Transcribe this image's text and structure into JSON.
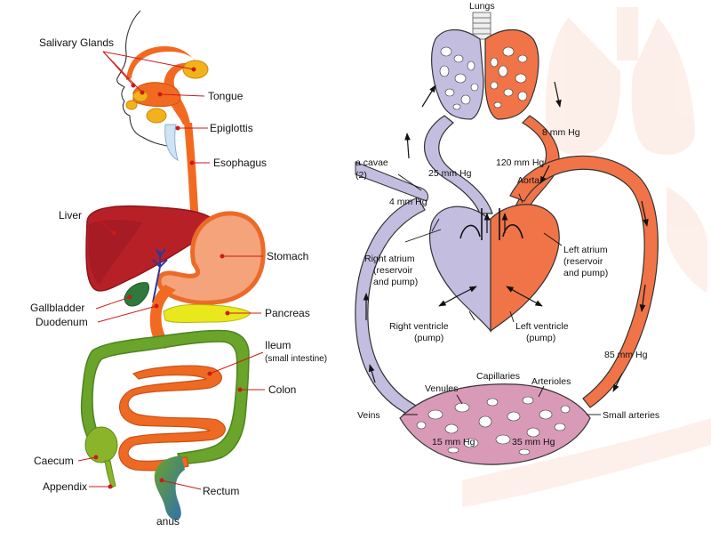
{
  "colors": {
    "esophagus": "#f26a21",
    "stomach": "#f4a37a",
    "liver": "#b82028",
    "intestine_small": "#ee6a22",
    "colon": "#6aa42a",
    "pancreas": "#e8e81c",
    "rectum": "#2f7fa0",
    "gland": "#f2b21c",
    "gallbladder": "#2f7a3a",
    "pointer": "#cc1a1a",
    "venous": "#c3bde0",
    "arterial": "#f07448",
    "faded_bg": "#fbe3d8"
  },
  "digestive": {
    "labels": {
      "salivary_glands": "Salivary Glands",
      "tongue": "Tongue",
      "epiglottis": "Epiglottis",
      "esophagus": "Esophagus",
      "liver": "Liver",
      "stomach": "Stomach",
      "gallbladder": "Gallbladder",
      "duodenum": "Duodenum",
      "pancreas": "Pancreas",
      "ileum": "Ileum",
      "ileum_sub": "(small intestine)",
      "colon": "Colon",
      "caecum": "Caecum",
      "appendix": "Appendix",
      "rectum": "Rectum",
      "anus": "anus"
    }
  },
  "circulation": {
    "labels": {
      "lungs": "Lungs",
      "p_8": "8 mm Hg",
      "venae_cavae": "a cavae",
      "venae_cavae_2": "(2)",
      "p_25": "25 mm Hg",
      "p_120": "120 mm Hg",
      "aorta": "Aorta",
      "p_4": "4 mm Hg",
      "right_atrium_1": "Right atrium",
      "right_atrium_2": "(reservoir",
      "right_atrium_3": "and pump)",
      "left_atrium_1": "Left atrium",
      "left_atrium_2": "(reservoir",
      "left_atrium_3": "and pump)",
      "right_ventricle_1": "Right ventricle",
      "right_ventricle_2": "(pump)",
      "left_ventricle_1": "Left ventricle",
      "left_ventricle_2": "(pump)",
      "p_85": "85 mm Hg",
      "capillaries": "Capillaries",
      "venules": "Venules",
      "arterioles": "Arterioles",
      "veins": "Veins",
      "small_arteries": "Small arteries",
      "p_15": "15 mm Hg",
      "p_35": "35 mm Hg"
    }
  }
}
